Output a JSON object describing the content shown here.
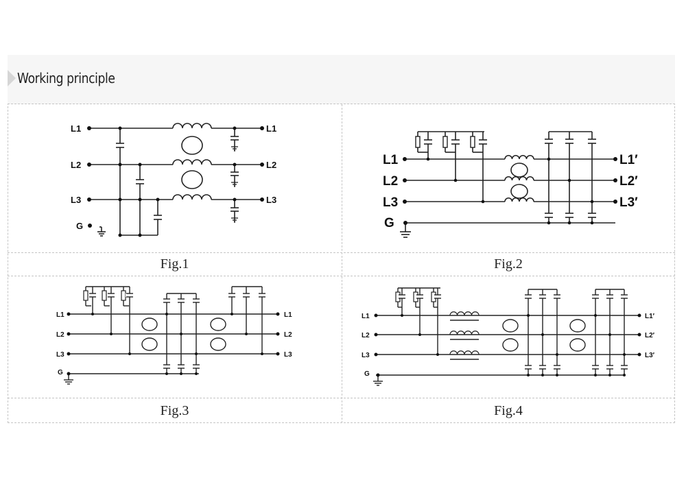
{
  "header": {
    "title": "Working principle"
  },
  "figures": [
    {
      "caption": "Fig.1",
      "inputs": [
        "L1",
        "L2",
        "L3",
        "G"
      ],
      "outputs": [
        "L1",
        "L2",
        "L3"
      ]
    },
    {
      "caption": "Fig.2",
      "inputs": [
        "L1",
        "L2",
        "L3",
        "G"
      ],
      "outputs": [
        "L1′",
        "L2′",
        "L3′"
      ]
    },
    {
      "caption": "Fig.3",
      "inputs": [
        "L1",
        "L2",
        "L3",
        "G"
      ],
      "outputs": [
        "L1",
        "L2",
        "L3"
      ]
    },
    {
      "caption": "Fig.4",
      "inputs": [
        "L1",
        "L2",
        "L3",
        "G"
      ],
      "outputs": [
        "L1′",
        "L2′",
        "L3′"
      ]
    }
  ]
}
